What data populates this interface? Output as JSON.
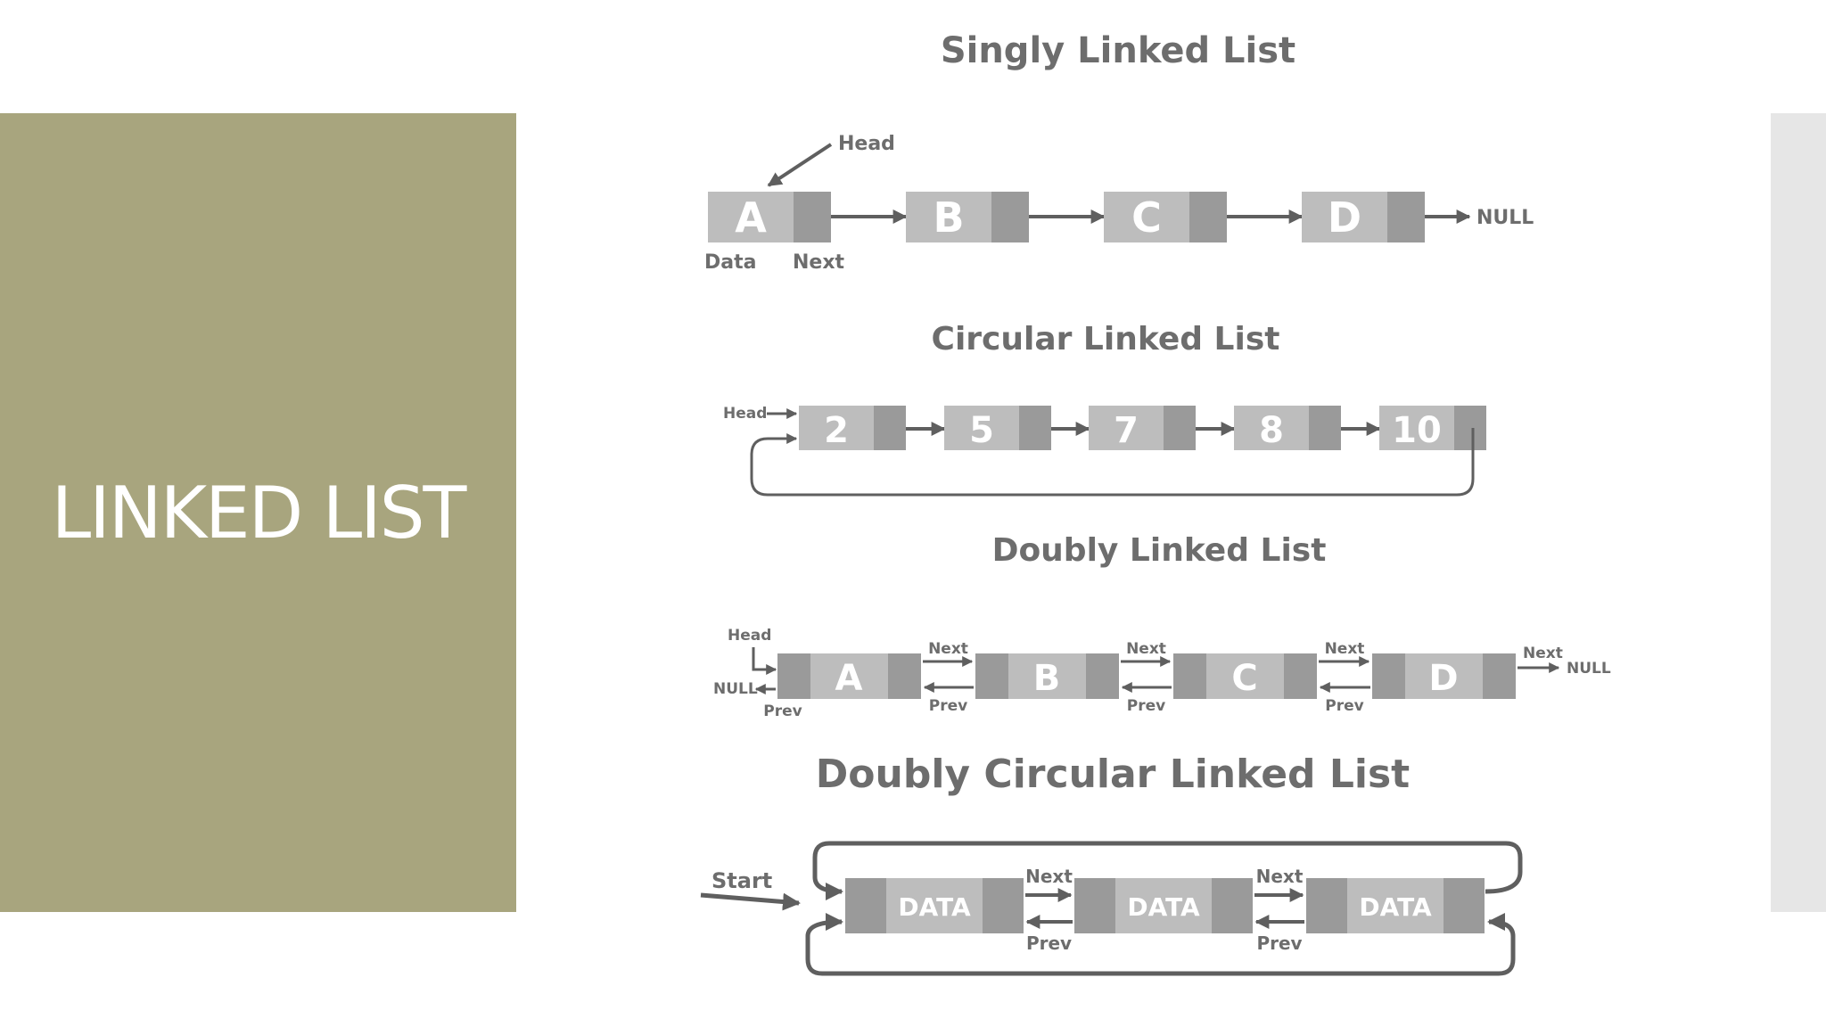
{
  "slide": {
    "title": "LINKED LIST",
    "colors": {
      "panel": "#a8a57e",
      "strip": "#e6e6e6",
      "node_light": "#bdbdbd",
      "node_dark": "#9a9a9a",
      "ink": "#5f5f5f"
    }
  },
  "singly": {
    "title": "Singly Linked List",
    "nodes": [
      "A",
      "B",
      "C",
      "D"
    ],
    "head_label": "Head",
    "data_label": "Data",
    "next_label": "Next",
    "null_label": "NULL"
  },
  "circular": {
    "title": "Circular Linked List",
    "nodes": [
      "2",
      "5",
      "7",
      "8",
      "10"
    ],
    "head_label": "Head"
  },
  "doubly": {
    "title": "Doubly Linked List",
    "nodes": [
      "A",
      "B",
      "C",
      "D"
    ],
    "head_label": "Head",
    "null_left": "NULL",
    "null_right": "NULL",
    "next_label": "Next",
    "prev_label": "Prev"
  },
  "doubly_circular": {
    "title": "Doubly Circular Linked List",
    "nodes": [
      "DATA",
      "DATA",
      "DATA"
    ],
    "start_label": "Start",
    "next_label": "Next",
    "prev_label": "Prev"
  }
}
